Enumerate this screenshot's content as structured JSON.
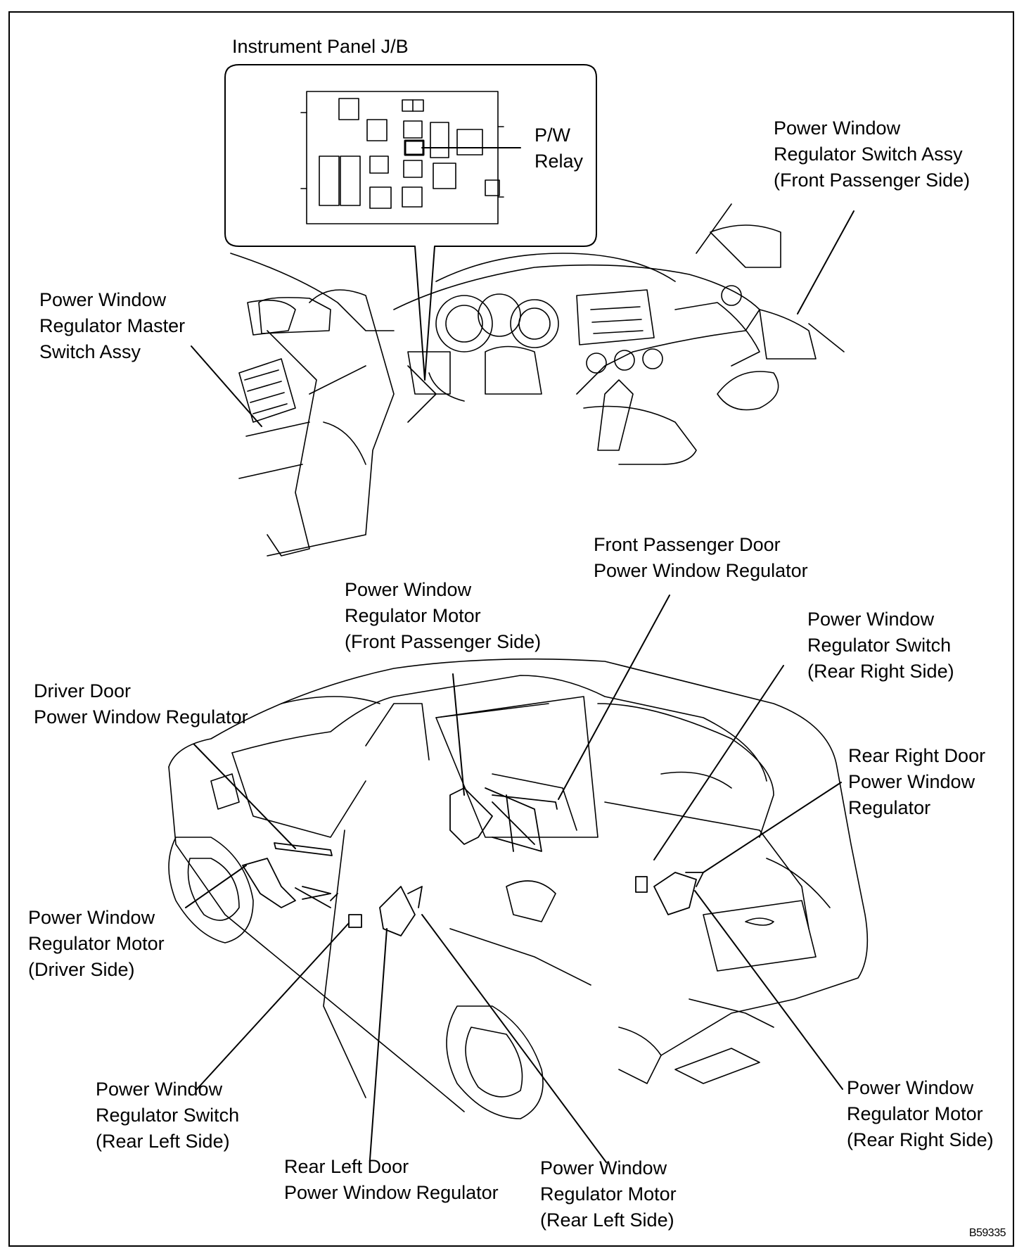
{
  "instrument_panel": {
    "title": "Instrument Panel J/B",
    "relay": [
      "P/W",
      "Relay"
    ]
  },
  "labels": {
    "master_switch": [
      "Power Window",
      "Regulator Master",
      "Switch Assy"
    ],
    "passenger_switch_assy": [
      "Power Window",
      "Regulator Switch Assy",
      "(Front Passenger Side)"
    ],
    "front_passenger_regulator": [
      "Front Passenger Door",
      "Power Window Regulator"
    ],
    "motor_front_passenger": [
      "Power Window",
      "Regulator Motor",
      "(Front Passenger Side)"
    ],
    "switch_rear_right": [
      "Power Window",
      "Regulator Switch",
      "(Rear Right Side)"
    ],
    "driver_regulator": [
      "Driver Door",
      "Power Window Regulator"
    ],
    "rear_right_regulator": [
      "Rear Right Door",
      "Power Window",
      "Regulator"
    ],
    "motor_driver": [
      "Power Window",
      "Regulator Motor",
      "(Driver Side)"
    ],
    "switch_rear_left": [
      "Power Window",
      "Regulator Switch",
      "(Rear Left Side)"
    ],
    "rear_left_regulator": [
      "Rear Left Door",
      "Power Window Regulator"
    ],
    "motor_rear_left": [
      "Power Window",
      "Regulator Motor",
      "(Rear Left Side)"
    ],
    "motor_rear_right": [
      "Power Window",
      "Regulator Motor",
      "(Rear Right Side)"
    ]
  },
  "figure_code": "B59335"
}
